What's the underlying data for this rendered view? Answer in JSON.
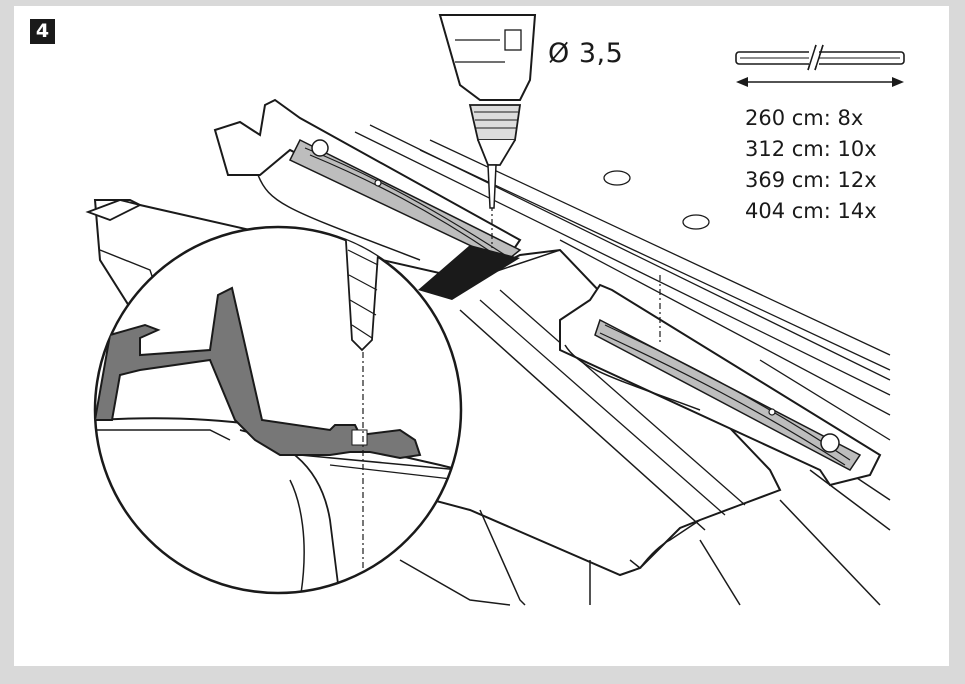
{
  "step": {
    "number": "4"
  },
  "drill": {
    "label": "Ø 3,5"
  },
  "rail_icon": "rail-length-icon",
  "quantities": [
    {
      "label": "260 cm: 8x"
    },
    {
      "label": "312 cm: 10x"
    },
    {
      "label": "369 cm: 12x"
    },
    {
      "label": "404 cm: 14x"
    }
  ],
  "colors": {
    "background": "#d9d9d9",
    "panel": "#ffffff",
    "line": "#1a1a1a",
    "profile_gray": "#777777",
    "rail_gray": "#bdbdbd"
  }
}
